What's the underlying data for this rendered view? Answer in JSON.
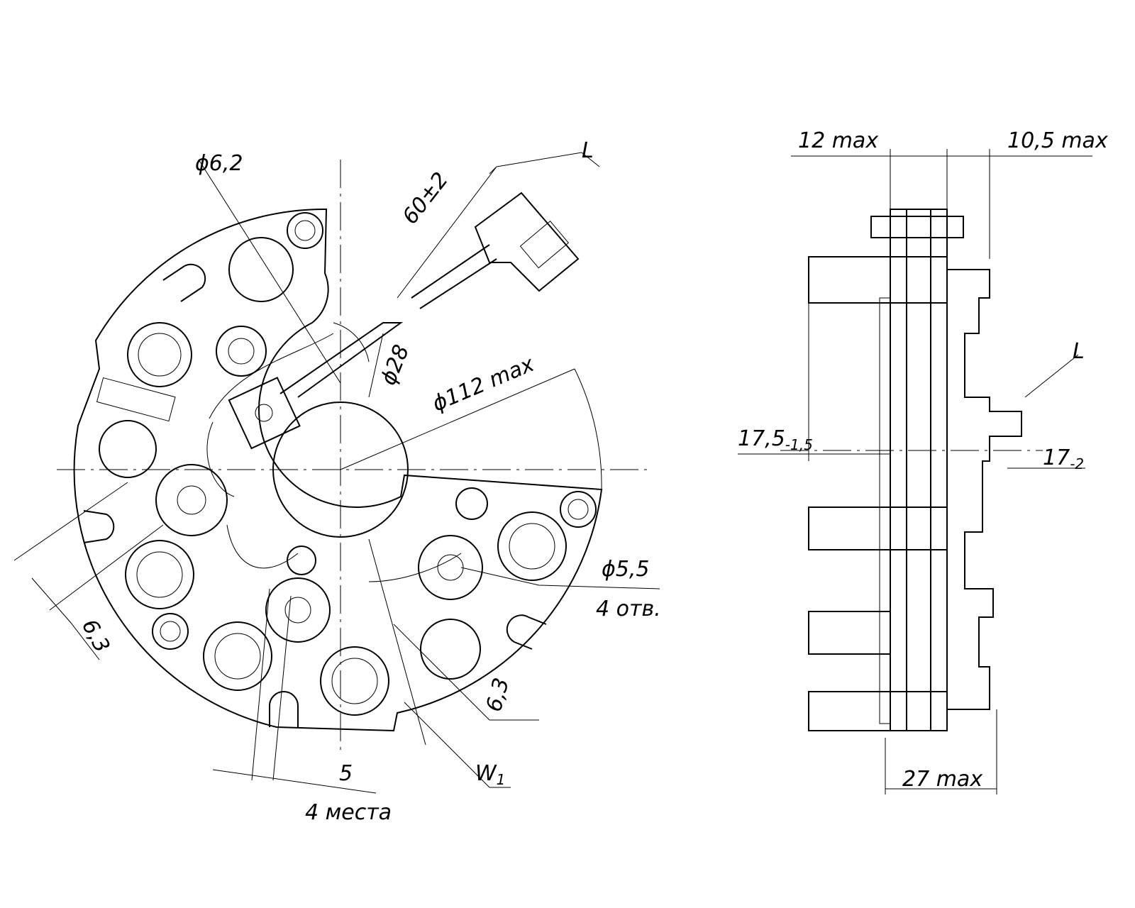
{
  "front_view": {
    "hole_dia": "ϕ6,2",
    "lead_label": "L",
    "lead_length": "60±2",
    "center_dia": "ϕ28",
    "outer_dia": "ϕ112 max",
    "mount_hole_dia": "ϕ5,5",
    "mount_hole_count": "4 отв.",
    "terminal_width_left": "6,3",
    "terminal_width_right": "6,3",
    "slot_width": "5",
    "slot_count": "4 места",
    "weld_label": "W",
    "weld_index": "1"
  },
  "side_view": {
    "thickness_left": "12 max",
    "thickness_right": "10,5 max",
    "lead_label": "L",
    "height_offset": "17,5",
    "height_offset_tol": "-1,5",
    "terminal_offset": "17",
    "terminal_offset_tol": "-2",
    "total_thickness": "27 max"
  }
}
